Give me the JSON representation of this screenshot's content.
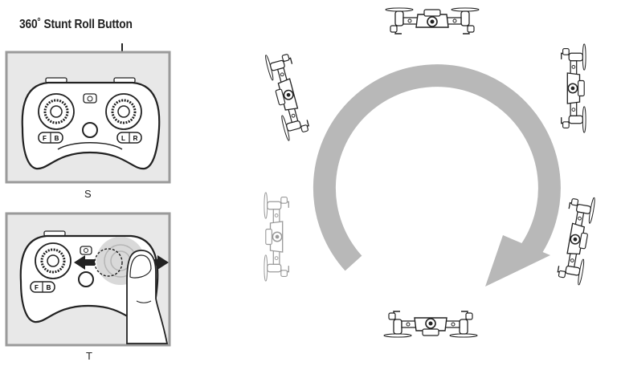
{
  "callout": {
    "text": "360˚ Stunt Roll Button"
  },
  "panels": [
    {
      "caption": "S"
    },
    {
      "caption": "T"
    }
  ],
  "controller": {
    "left_buttons": [
      "F",
      "B"
    ],
    "right_buttons": [
      "L",
      "R"
    ]
  },
  "colors": {
    "panel_bg": "#e8e8e8",
    "panel_border": "#9a9a9a",
    "line": "#222222",
    "arrow_gray": "#b8b8b8",
    "arrow_dark": "#222222"
  }
}
